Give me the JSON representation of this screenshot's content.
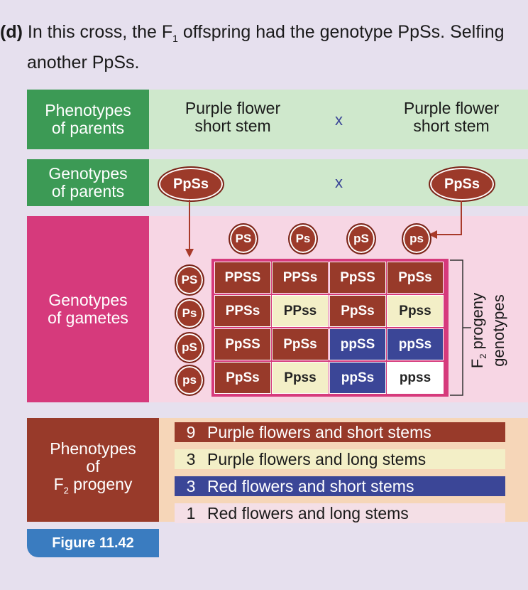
{
  "intro": {
    "part": "(d)",
    "line1_a": "In this cross, the F",
    "line1_sub": "1",
    "line1_b": " offspring had the genotype PpSs. Selfing",
    "line2": "another PpSs."
  },
  "phenotypes_parents": {
    "label_1": "Phenotypes",
    "label_2": "of parents",
    "left_1": "Purple flower",
    "left_2": "short stem",
    "cross": "x",
    "right_1": "Purple flower",
    "right_2": "short stem"
  },
  "genotypes_parents": {
    "label_1": "Genotypes",
    "label_2": "of parents",
    "left": "PpSs",
    "cross": "x",
    "right": "PpSs"
  },
  "gametes": {
    "label_1": "Genotypes",
    "label_2": "of gametes",
    "top": [
      "PS",
      "Ps",
      "pS",
      "ps"
    ],
    "side": [
      "PS",
      "Ps",
      "pS",
      "ps"
    ]
  },
  "grid": [
    [
      {
        "t": "PPSS",
        "c": "brown"
      },
      {
        "t": "PPSs",
        "c": "brown"
      },
      {
        "t": "PpSS",
        "c": "brown"
      },
      {
        "t": "PpSs",
        "c": "brown"
      }
    ],
    [
      {
        "t": "PPSs",
        "c": "brown"
      },
      {
        "t": "PPss",
        "c": "cream"
      },
      {
        "t": "PpSs",
        "c": "brown"
      },
      {
        "t": "Ppss",
        "c": "cream"
      }
    ],
    [
      {
        "t": "PpSS",
        "c": "brown"
      },
      {
        "t": "PpSs",
        "c": "brown"
      },
      {
        "t": "ppSS",
        "c": "blue"
      },
      {
        "t": "ppSs",
        "c": "blue"
      }
    ],
    [
      {
        "t": "PpSs",
        "c": "brown"
      },
      {
        "t": "Ppss",
        "c": "cream"
      },
      {
        "t": "ppSs",
        "c": "blue"
      },
      {
        "t": "ppss",
        "c": "white"
      }
    ]
  ],
  "side_label": {
    "line1_a": "F",
    "line1_sub": "2",
    "line1_b": " progeny",
    "line2": "genotypes"
  },
  "f2_phenotypes": {
    "label_1": "Phenotypes",
    "label_2": "of",
    "label_3a": "F",
    "label_3sub": "2",
    "label_3b": " progeny",
    "rows": [
      {
        "n": "9",
        "text": "Purple flowers and short stems",
        "color": "#983a2a",
        "fg": "#ffffff"
      },
      {
        "n": "3",
        "text": "Purple flowers and long stems",
        "color": "#f3efc7",
        "fg": "#1a1a1a"
      },
      {
        "n": "3",
        "text": "Red flowers and short stems",
        "color": "#3b4697",
        "fg": "#ffffff"
      },
      {
        "n": "1",
        "text": "Red flowers and long stems",
        "color": "#f4dfe6",
        "fg": "#1a1a1a"
      }
    ]
  },
  "caption": "Figure 11.42",
  "colors": {
    "green_dark": "#3c9a55",
    "green_light": "#cfe8cc",
    "pink_dark": "#d63a7c",
    "pink_light": "#f7d6e4",
    "brown": "#983a2a",
    "peach": "#f6d6b8",
    "blue": "#3b4697",
    "cream": "#f3efc7"
  }
}
